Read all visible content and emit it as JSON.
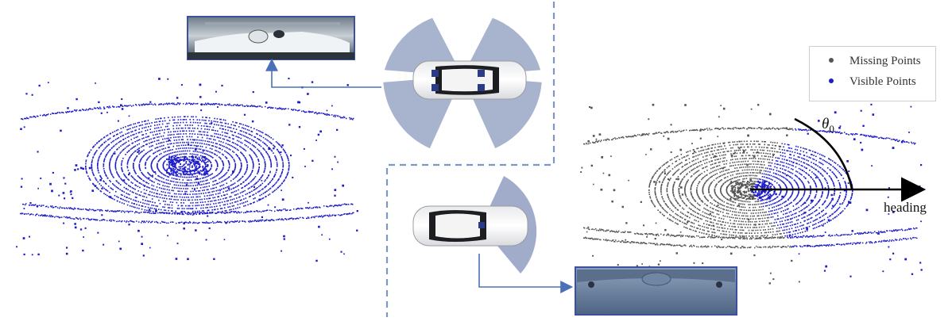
{
  "legend": {
    "items": [
      {
        "label": "Missing Points",
        "color": "#555555"
      },
      {
        "label": "Visible Points",
        "color": "#1c1cc8"
      }
    ]
  },
  "labels": {
    "angle_symbol": "θ",
    "angle_subscript": "0",
    "heading": "heading"
  },
  "colors": {
    "visible_points": "#1c1cc8",
    "missing_points": "#555555",
    "fov_fill": "#8f9dbf",
    "divider": "#7b97c4",
    "arrow": "#4a70b8",
    "inset_frame": "#3d4fa0"
  },
  "icons": {
    "top_photo": "lidar-sensor-roof-photo",
    "bottom_photo": "lidar-sensor-front-photo",
    "car": "car-top-view-icon"
  }
}
